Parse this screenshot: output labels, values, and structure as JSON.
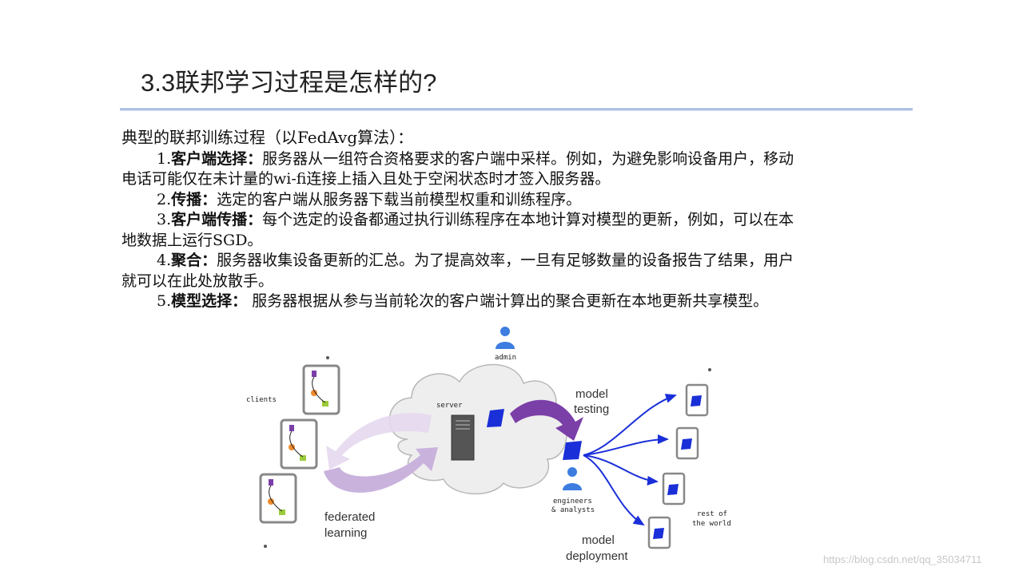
{
  "title": "3.3联邦学习过程是怎样的?",
  "intro": "典型的联邦训练过程（以FedAvg算法）：",
  "steps": [
    {
      "num": "1.",
      "term": "客户端选择：",
      "line1": "服务器从一组符合资格要求的客户端中采样。例如，为避免影响设备用户，移动",
      "line2": "电话可能仅在未计量的wi-fi连接上插入且处于空闲状态时才签入服务器。"
    },
    {
      "num": "2.",
      "term": "传播：",
      "line1": "选定的客户端从服务器下载当前模型权重和训练程序。",
      "line2": ""
    },
    {
      "num": "3.",
      "term": "客户端传播：",
      "line1": "每个选定的设备都通过执行训练程序在本地计算对模型的更新，例如，可以在本",
      "line2": "地数据上运行SGD。"
    },
    {
      "num": "4.",
      "term": "聚合：",
      "line1": "服务器收集设备更新的汇总。为了提高效率，一旦有足够数量的设备报告了结果，用户",
      "line2": "就可以在此处放散手。"
    },
    {
      "num": "5.",
      "term": "模型选择：",
      "line1": " 服务器根据从参与当前轮次的客户端计算出的聚合更新在本地更新共享模型。",
      "line2": ""
    }
  ],
  "figure": {
    "clients_label": "clients",
    "server_label": "server",
    "admin_label": "admin",
    "model_testing": [
      "model",
      "testing"
    ],
    "federated_learning": [
      "federated",
      "learning"
    ],
    "engineers": [
      "engineers",
      "& analysts"
    ],
    "model_deployment": [
      "model",
      "deployment"
    ],
    "rest_of_world": [
      "rest of",
      "the world"
    ]
  },
  "watermark": "https://blog.csdn.net/qq_35034711",
  "colors": {
    "rule": "#4472c4",
    "model_blue": "#1a2fd8",
    "arrow_purple": "#7b3fa8",
    "arrow_lavender": "#c9b3dd",
    "person_blue": "#3d7de0"
  }
}
